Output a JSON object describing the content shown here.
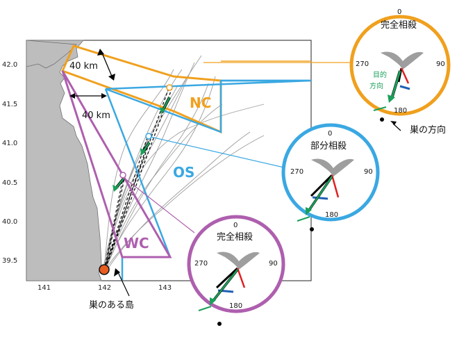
{
  "map": {
    "lat_ticks": [
      "42.0",
      "41.5",
      "41.0",
      "40.5",
      "40.0",
      "39.5"
    ],
    "lon_ticks": [
      "141",
      "142",
      "143"
    ],
    "distance_label_1": "40 km",
    "distance_label_2": "40 km",
    "nest_island_label": "巣のある島"
  },
  "zones": [
    {
      "id": "NC",
      "label": "NC",
      "color": "#f0a01e"
    },
    {
      "id": "OS",
      "label": "OS",
      "color": "#3aa8e2"
    },
    {
      "id": "WC",
      "label": "WC",
      "color": "#ae5fae"
    }
  ],
  "compasses": {
    "nc": {
      "title": "完全相殺",
      "deg0": "0",
      "deg90": "90",
      "deg180": "180",
      "deg270": "270",
      "color": "#f0a01e",
      "legend_line1": "目的",
      "legend_line2": "方向",
      "nest_dir_label": "巣の方向"
    },
    "os": {
      "title": "部分相殺",
      "deg0": "0",
      "deg90": "90",
      "deg180": "180",
      "deg270": "270",
      "color": "#3aa8e2"
    },
    "wc": {
      "title": "完全相殺",
      "deg0": "0",
      "deg90": "90",
      "deg180": "180",
      "deg270": "270",
      "color": "#ae5fae"
    }
  },
  "arrow_colors": {
    "green": "#1aa05a",
    "red": "#e02020",
    "blue": "#1f5fb5",
    "black": "#000000"
  }
}
